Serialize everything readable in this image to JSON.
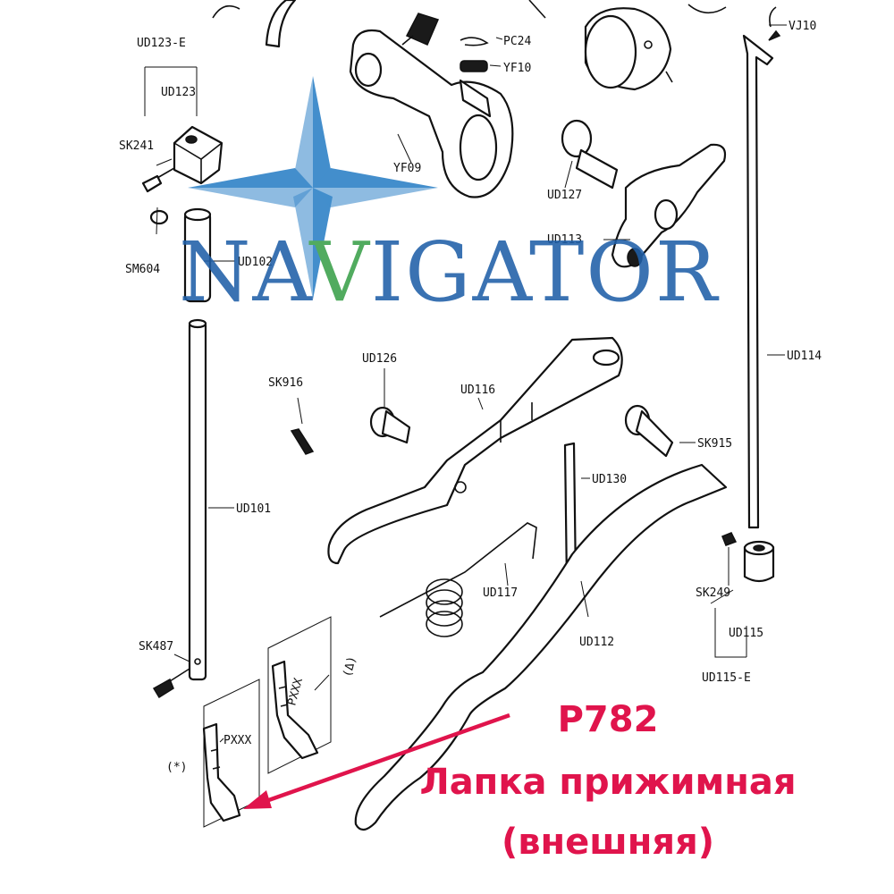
{
  "watermark": {
    "logo_text_left": "NA",
    "logo_text_v": "V",
    "logo_text_right": "IGATOR",
    "colors": {
      "text": "#1f5fa8",
      "v_accent": "#3aa04a",
      "star": "#2a7fc6"
    }
  },
  "callout": {
    "code": "P782",
    "line1": "Лапка прижимная",
    "line2": "(внешняя)",
    "color": "#e0144c"
  },
  "labels": {
    "ud123e": "UD123-E",
    "ud123": "UD123",
    "sk241": "SK241",
    "sm604": "SM604",
    "ud102": "UD102",
    "sk916": "SK916",
    "ud101": "UD101",
    "sk487": "SK487",
    "pxxx_a": "PXXX",
    "pxxx_b": "PXXX",
    "star_mark": "(*)",
    "delta_mark": "(Δ)",
    "pc24": "PC24",
    "yf10": "YF10",
    "yf09": "YF09",
    "vj10": "VJ10",
    "ud127": "UD127",
    "ud113": "UD113",
    "ud114": "UD114",
    "ud126": "UD126",
    "ud116": "UD116",
    "sk915": "SK915",
    "ud130": "UD130",
    "ud117": "UD117",
    "ud112": "UD112",
    "sk249": "SK249",
    "ud115": "UD115",
    "ud115e": "UD115-E"
  }
}
